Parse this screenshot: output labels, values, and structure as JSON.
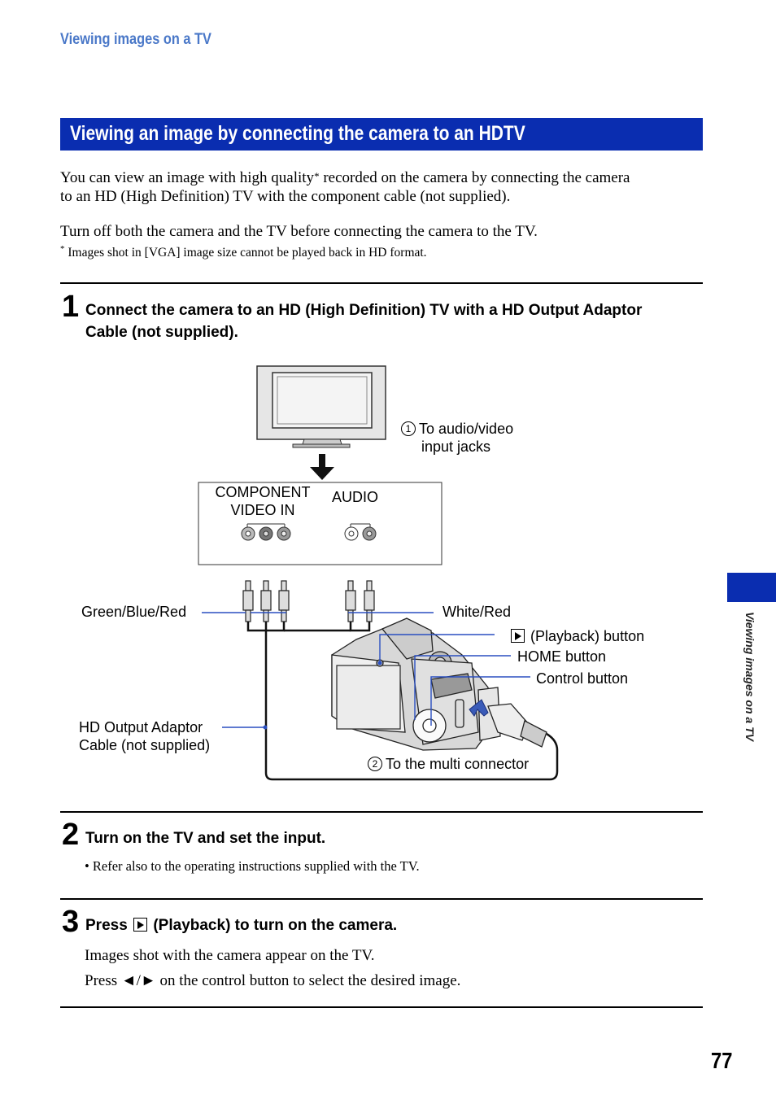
{
  "header": {
    "running_title": "Viewing images on a TV"
  },
  "section": {
    "title": "Viewing an image by connecting the camera to an HDTV"
  },
  "intro": {
    "para1_part1": "You can view an image with high quality",
    "star": "*",
    "para1_part2": " recorded on the camera by connecting the camera",
    "para1_line2": "to an HD (High Definition) TV with the component cable (not supplied).",
    "para2": "Turn off both the camera and the TV before connecting the camera to the TV.",
    "footnote_mark": "*",
    "footnote": "Images shot in [VGA] image size cannot be played back in HD format."
  },
  "steps": [
    {
      "num": "1",
      "line1": "Connect the camera to an HD (High Definition) TV with a HD Output Adaptor",
      "line2": "Cable (not supplied)."
    },
    {
      "num": "2",
      "text": "Turn on the TV and set the input.",
      "bullet": "• Refer also to the operating instructions supplied with the TV."
    },
    {
      "num": "3",
      "pre": "Press",
      "post": "(Playback) to turn on the camera.",
      "line_a": "Images shot with the camera appear on the TV.",
      "line_b_pre": "Press ",
      "line_b_arrows": "◄/►",
      "line_b_post": " on the control button to select the desired image."
    }
  ],
  "diagram": {
    "callout_1_num": "1",
    "callout_1_line1": "To audio/video",
    "callout_1_line2": "input jacks",
    "component_line1": "COMPONENT",
    "component_line2": "VIDEO IN",
    "audio": "AUDIO",
    "green_blue_red": "Green/Blue/Red",
    "white_red": "White/Red",
    "playback_button": "(Playback) button",
    "home_button": "HOME button",
    "control_button": "Control button",
    "cable_line1": "HD Output Adaptor",
    "cable_line2": "Cable (not supplied)",
    "callout_2_num": "2",
    "callout_2": "To the multi connector"
  },
  "side_tab": {
    "text": "Viewing images on a TV"
  },
  "page_number": "77",
  "colors": {
    "accent_blue": "#0a2db0",
    "header_blue": "#4a78c8",
    "callout_line": "#2a4fc0"
  }
}
